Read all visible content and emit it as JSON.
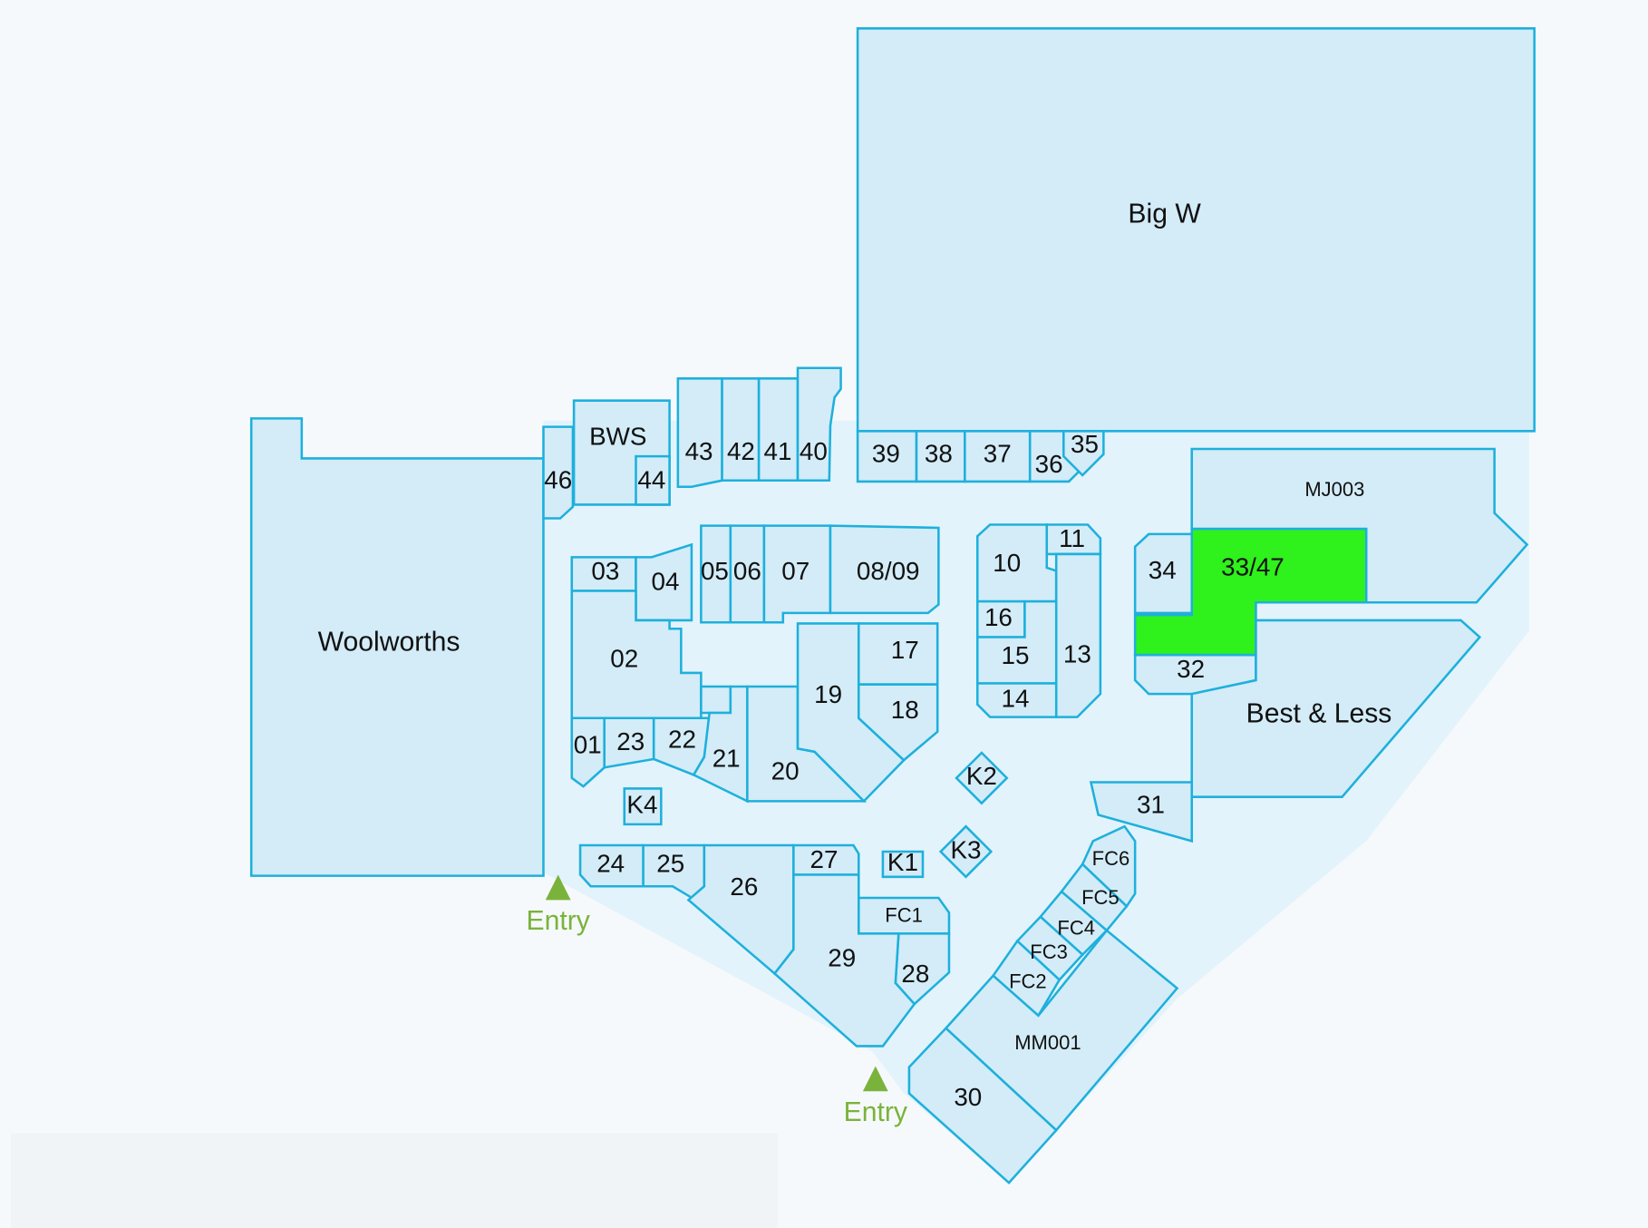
{
  "map": {
    "highlight_color": "#2ff11c",
    "entry_color": "#7ab33b",
    "stores": [
      {
        "id": "bigw",
        "label": "Big W"
      },
      {
        "id": "woolworths",
        "label": "Woolworths"
      },
      {
        "id": "s46",
        "label": "46"
      },
      {
        "id": "bws",
        "label": "BWS"
      },
      {
        "id": "s44",
        "label": "44"
      },
      {
        "id": "s43",
        "label": "43"
      },
      {
        "id": "s42",
        "label": "42"
      },
      {
        "id": "s41",
        "label": "41"
      },
      {
        "id": "s40",
        "label": "40"
      },
      {
        "id": "s39",
        "label": "39"
      },
      {
        "id": "s38",
        "label": "38"
      },
      {
        "id": "s37",
        "label": "37"
      },
      {
        "id": "s36",
        "label": "36"
      },
      {
        "id": "s35",
        "label": "35"
      },
      {
        "id": "mj003",
        "label": "MJ003"
      },
      {
        "id": "s3347",
        "label": "33/47",
        "highlighted": true
      },
      {
        "id": "s34",
        "label": "34"
      },
      {
        "id": "s32",
        "label": "32"
      },
      {
        "id": "bestless",
        "label": "Best & Less"
      },
      {
        "id": "s31",
        "label": "31"
      },
      {
        "id": "s10",
        "label": "10"
      },
      {
        "id": "s11",
        "label": "11"
      },
      {
        "id": "s13",
        "label": "13"
      },
      {
        "id": "s16",
        "label": "16"
      },
      {
        "id": "s15",
        "label": "15"
      },
      {
        "id": "s14",
        "label": "14"
      },
      {
        "id": "s05",
        "label": "05"
      },
      {
        "id": "s06",
        "label": "06"
      },
      {
        "id": "s07",
        "label": "07"
      },
      {
        "id": "s0809",
        "label": "08/09"
      },
      {
        "id": "s03",
        "label": "03"
      },
      {
        "id": "s04",
        "label": "04"
      },
      {
        "id": "s02",
        "label": "02"
      },
      {
        "id": "s01",
        "label": "01"
      },
      {
        "id": "s23",
        "label": "23"
      },
      {
        "id": "s22",
        "label": "22"
      },
      {
        "id": "sbox",
        "label": ""
      },
      {
        "id": "s21",
        "label": "21"
      },
      {
        "id": "s20",
        "label": "20"
      },
      {
        "id": "s19",
        "label": "19"
      },
      {
        "id": "s17",
        "label": "17"
      },
      {
        "id": "s18",
        "label": "18"
      },
      {
        "id": "k4",
        "label": "K4"
      },
      {
        "id": "k2",
        "label": "K2"
      },
      {
        "id": "k3",
        "label": "K3"
      },
      {
        "id": "k1",
        "label": "K1"
      },
      {
        "id": "s24",
        "label": "24"
      },
      {
        "id": "s25",
        "label": "25"
      },
      {
        "id": "s26",
        "label": "26"
      },
      {
        "id": "s27",
        "label": "27"
      },
      {
        "id": "fc1",
        "label": "FC1"
      },
      {
        "id": "s28",
        "label": "28"
      },
      {
        "id": "s29",
        "label": "29"
      },
      {
        "id": "fc6",
        "label": "FC6"
      },
      {
        "id": "fc5",
        "label": "FC5"
      },
      {
        "id": "fc4",
        "label": "FC4"
      },
      {
        "id": "fc3",
        "label": "FC3"
      },
      {
        "id": "fc2",
        "label": "FC2"
      },
      {
        "id": "mm001",
        "label": "MM001"
      },
      {
        "id": "s30",
        "label": "30"
      }
    ],
    "entries": [
      {
        "label": "Entry"
      },
      {
        "label": "Entry"
      }
    ]
  }
}
